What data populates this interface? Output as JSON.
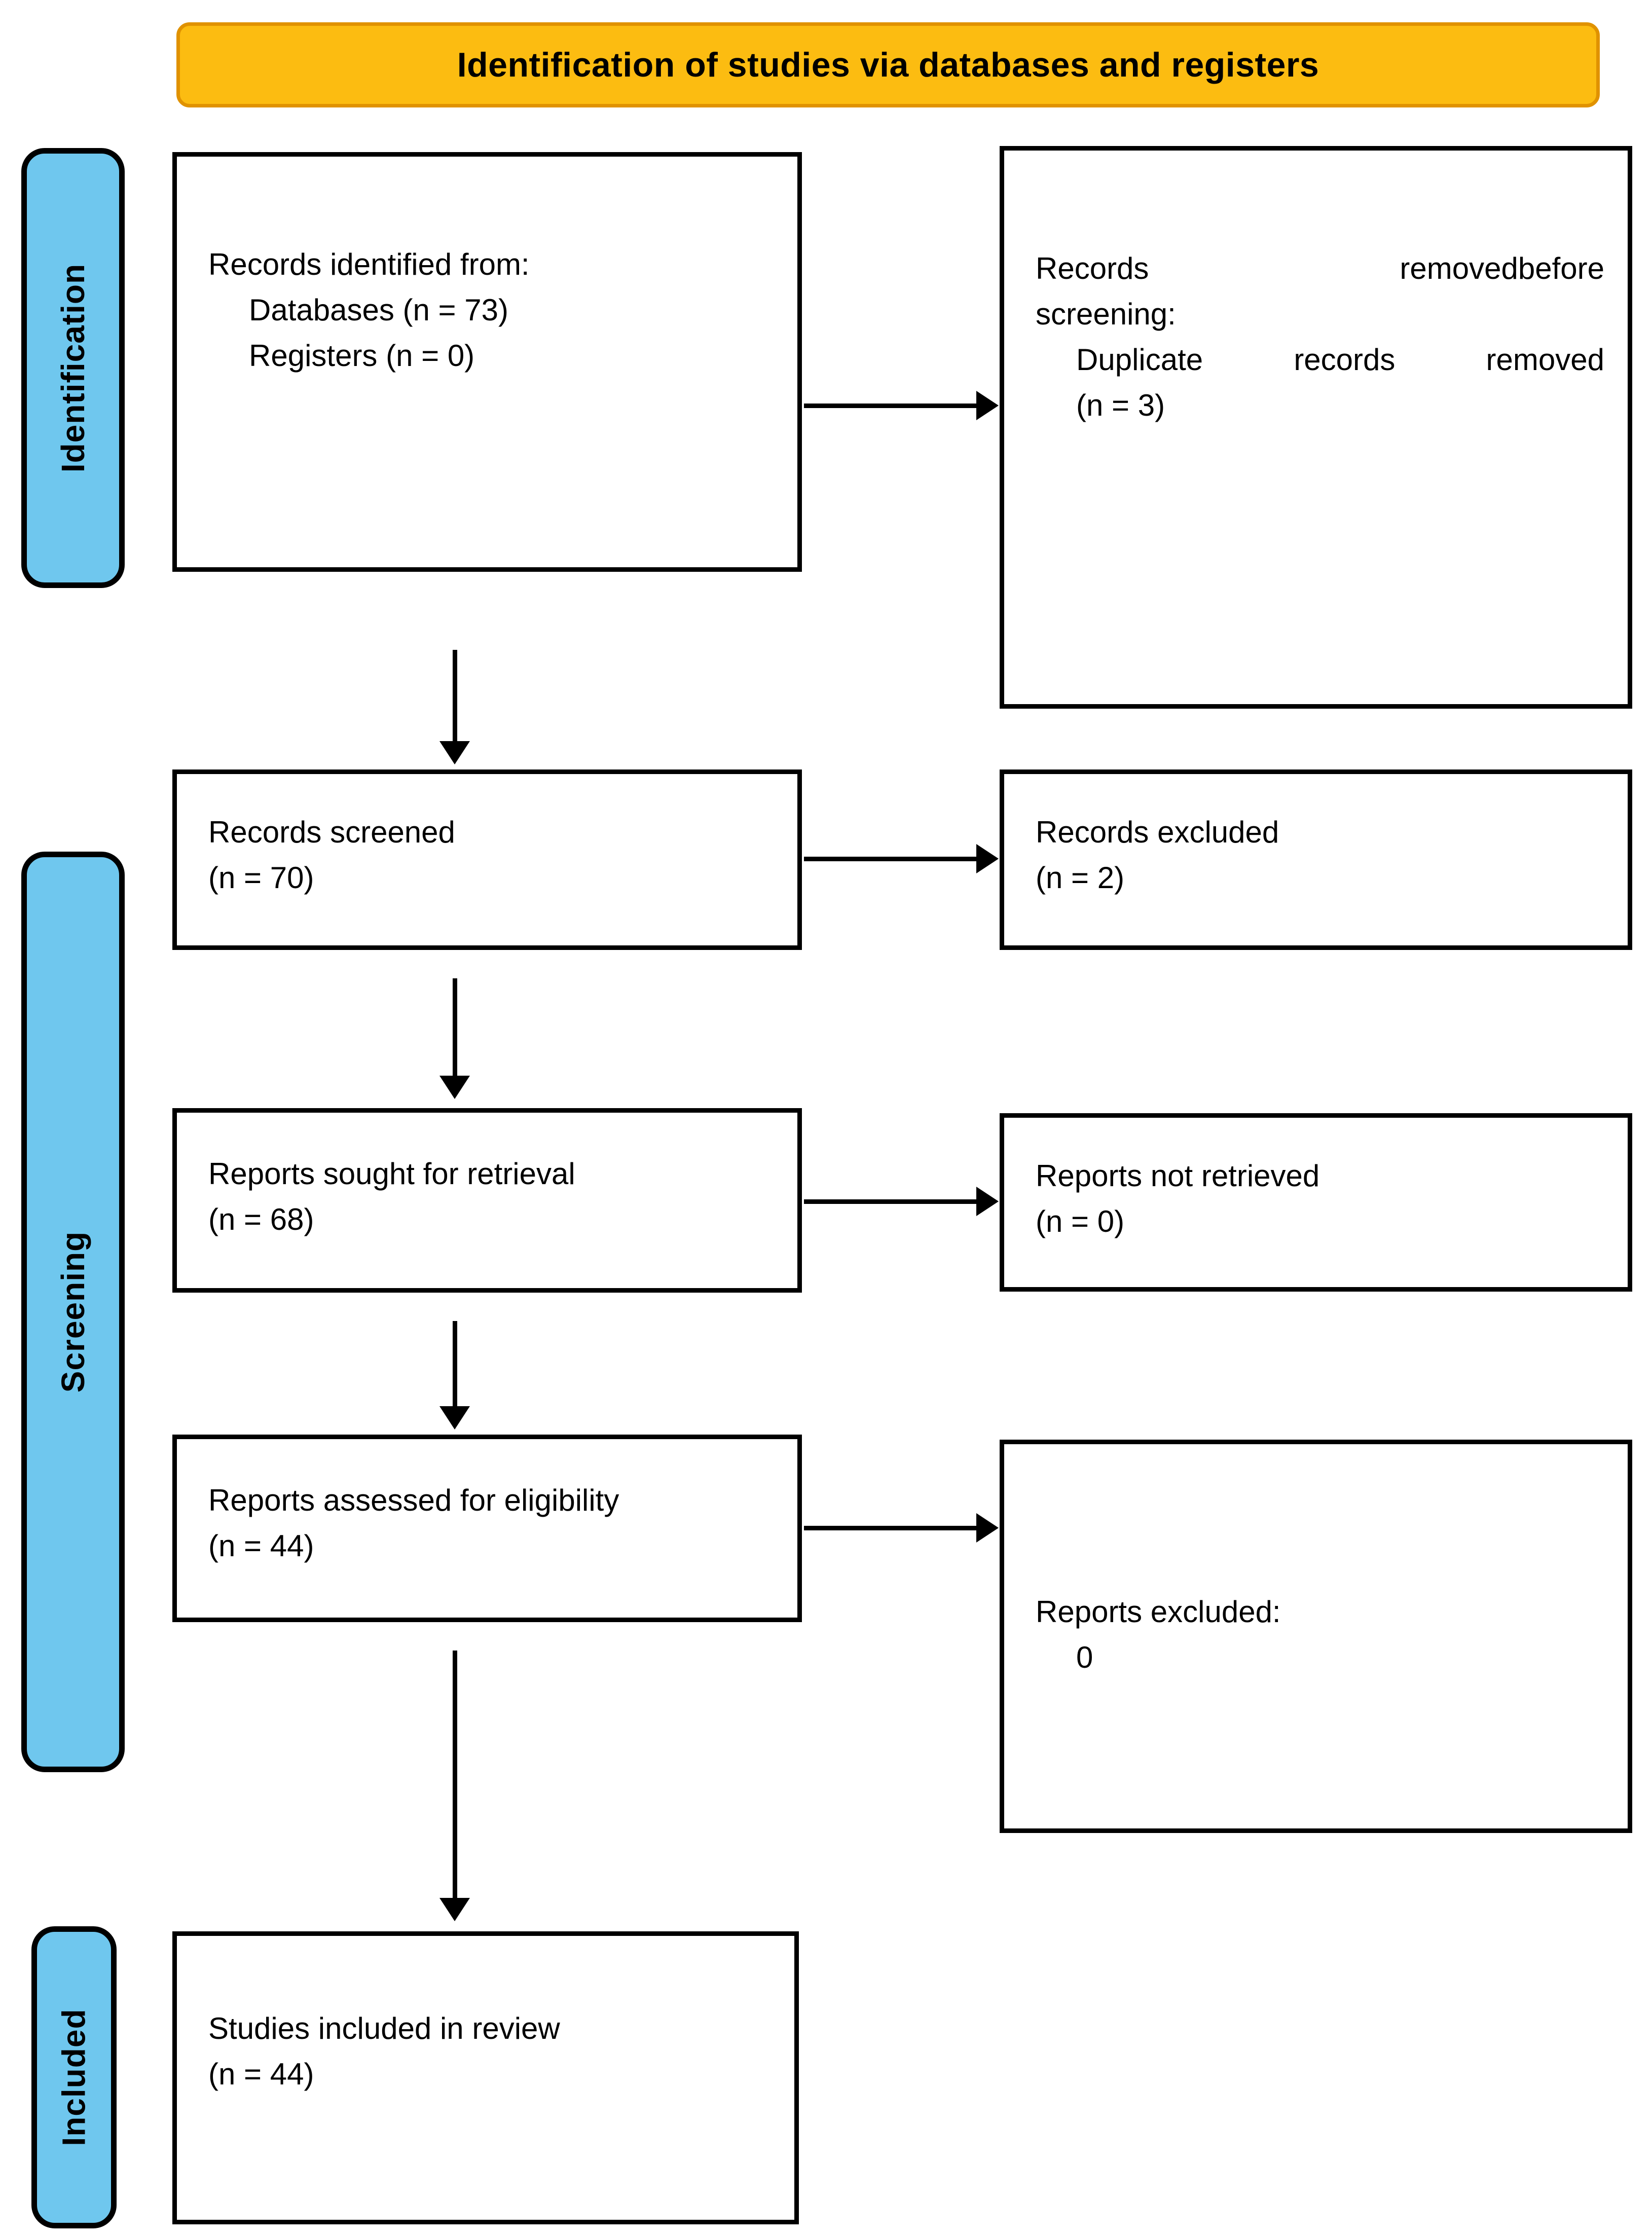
{
  "banner": {
    "title": "Identification of studies via databases and registers"
  },
  "stages": [
    {
      "id": "identification",
      "label": "Identification"
    },
    {
      "id": "screening",
      "label": "Screening"
    },
    {
      "id": "included",
      "label": "Included"
    }
  ],
  "boxes": {
    "identified": {
      "line1": "Records identified from:",
      "line2": "Databases (n = 73)",
      "line3": "Registers (n = 0)"
    },
    "removed": {
      "line1": "Records removed",
      "line1_italic": "before",
      "line2_italic": "screening",
      "line2_tail": ":",
      "line3": "Duplicate records removed",
      "line4": "(n = 3)"
    },
    "screened": {
      "line1": "Records screened",
      "line2": "(n = 70)"
    },
    "records_excluded": {
      "line1": "Records excluded",
      "line2": "(n = 2)"
    },
    "sought": {
      "line1": "Reports sought for retrieval",
      "line2": "(n = 68)"
    },
    "not_retrieved": {
      "line1": "Reports not retrieved",
      "line2": "(n = 0)"
    },
    "assessed": {
      "line1": "Reports assessed for eligibility",
      "line2": "(n = 44)"
    },
    "reports_excluded": {
      "line1": "Reports excluded:",
      "line2": "0"
    },
    "included": {
      "line1": "Studies included in review",
      "line2": "(n = 44)"
    }
  },
  "colors": {
    "banner_fill": "#FCBC11",
    "banner_border": "#E09200",
    "stage_tab_fill": "#6FC7EE",
    "box_border": "#000000",
    "text": "#000000"
  },
  "counts": {
    "databases": 73,
    "registers": 0,
    "duplicates_removed": 3,
    "records_screened": 70,
    "records_excluded": 2,
    "reports_sought": 68,
    "reports_not_retrieved": 0,
    "reports_assessed": 44,
    "reports_excluded": 0,
    "studies_included": 44
  }
}
